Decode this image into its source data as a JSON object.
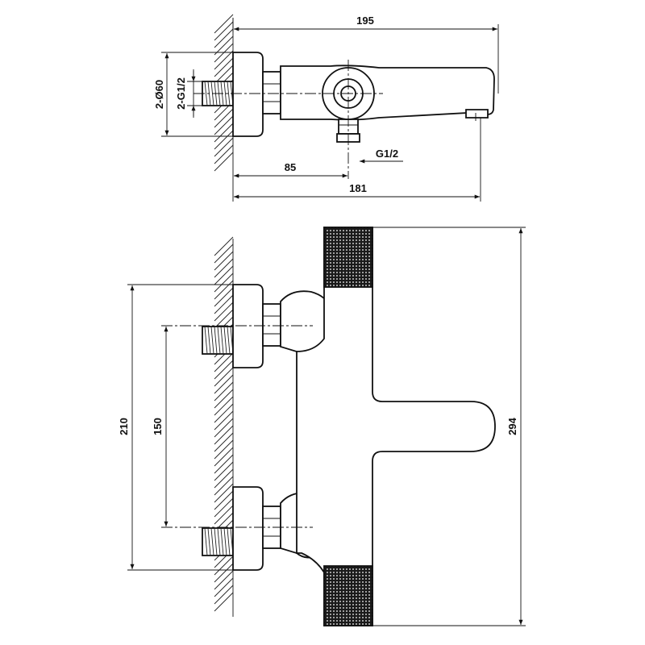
{
  "top_view": {
    "dims": {
      "width_total": "195",
      "width_body": "181",
      "outlet_offset": "85",
      "inlet_thread": "2-G1/2",
      "flange_dia": "2-Ø60",
      "outlet_thread": "G1/2"
    }
  },
  "front_view": {
    "dims": {
      "height_total": "294",
      "height_flanges": "210",
      "inlet_spacing": "150"
    }
  },
  "colors": {
    "line": "#111111",
    "knurl": "#1a1a1a",
    "background": "#ffffff"
  }
}
